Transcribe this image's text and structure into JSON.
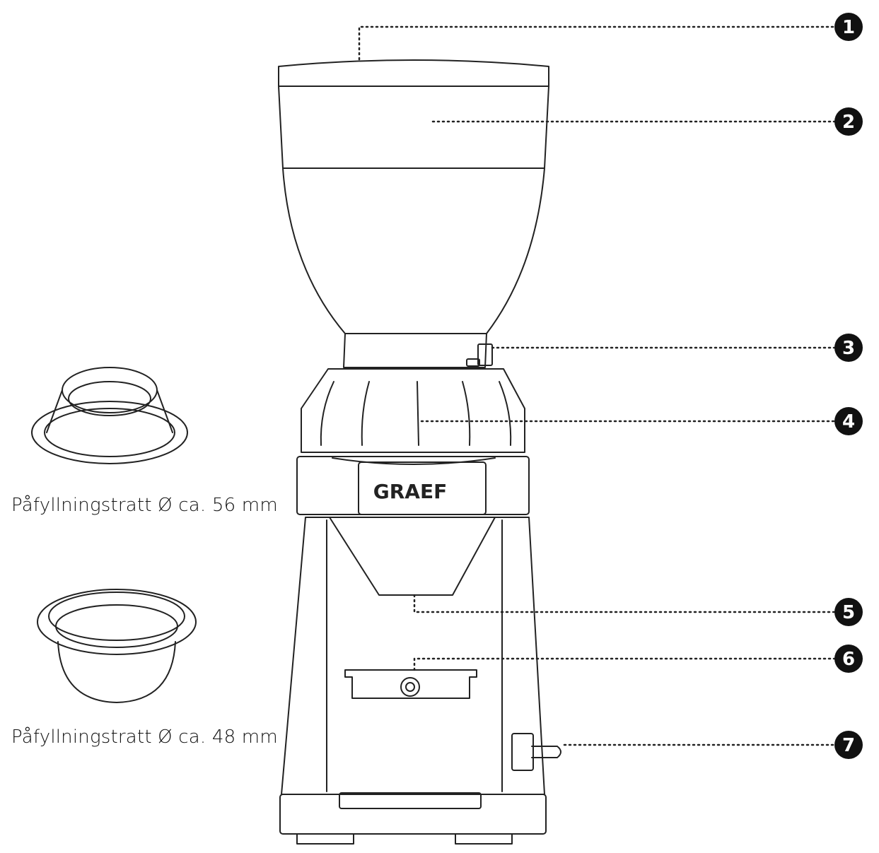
{
  "brand": "GRAEF",
  "callouts": [
    {
      "number": "1"
    },
    {
      "number": "2"
    },
    {
      "number": "3"
    },
    {
      "number": "4"
    },
    {
      "number": "5"
    },
    {
      "number": "6"
    },
    {
      "number": "7"
    }
  ],
  "funnels": [
    {
      "caption": "Påfyllningstratt Ø ca. 56 mm"
    },
    {
      "caption": "Påfyllningstratt Ø ca. 48 mm"
    }
  ],
  "colors": {
    "line": "#222222",
    "callout_fill": "#111111",
    "background": "#ffffff"
  }
}
